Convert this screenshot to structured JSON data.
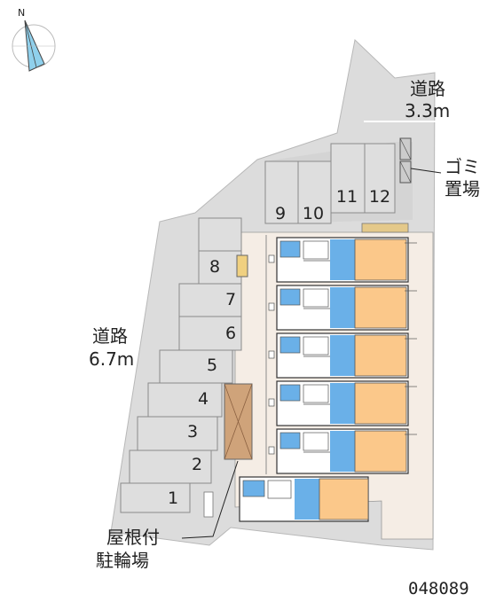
{
  "compass": {
    "north_label": "N"
  },
  "roads": {
    "top_right": {
      "name": "道路",
      "width": "3.3m"
    },
    "left": {
      "name": "道路",
      "width": "6.7m"
    }
  },
  "garbage": {
    "line1": "ゴミ",
    "line2": "置場"
  },
  "bike_parking": {
    "line1": "屋根付",
    "line2": "駐輪場"
  },
  "parking_spaces": [
    "1",
    "2",
    "3",
    "4",
    "5",
    "6",
    "7",
    "8",
    "9",
    "10",
    "11",
    "12"
  ],
  "property_code": "048089",
  "colors": {
    "road": "#dcdcdc",
    "road_edge": "#b5b5b5",
    "site": "#f5ede5",
    "unit_bath": "#6ab0e8",
    "unit_room": "#fbc88a",
    "bike_roof": "#cfa37a"
  }
}
